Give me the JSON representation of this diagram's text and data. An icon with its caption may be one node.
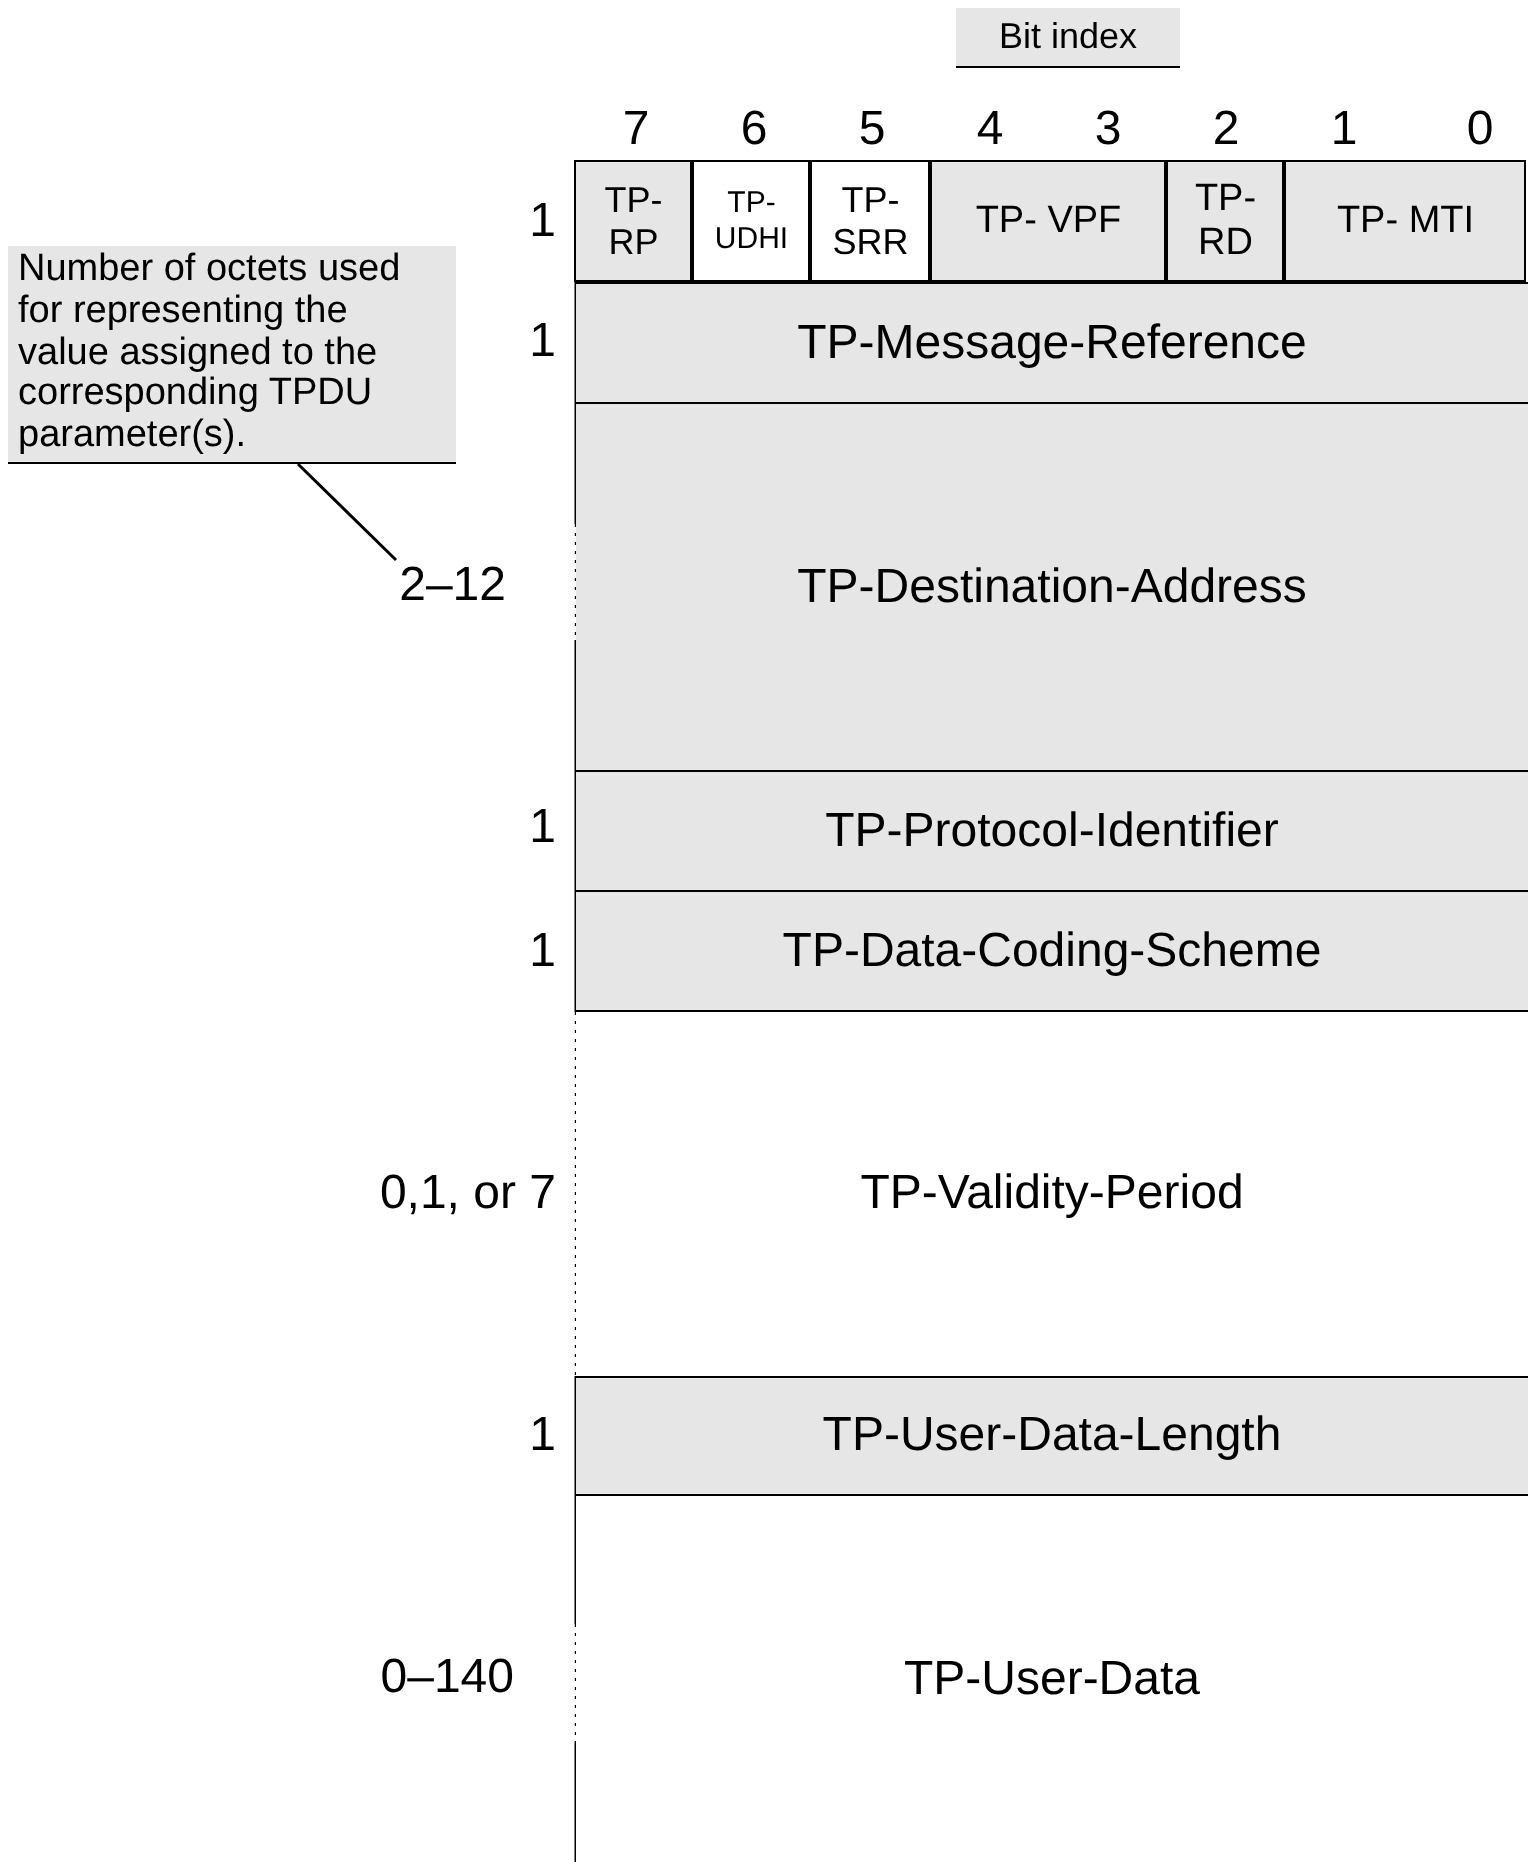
{
  "diagram": {
    "nodes": [
      {
        "text": [
          "Bit index"
        ]
      },
      {
        "text": [
          "TP- RP"
        ],
        "beside": [
          "1"
        ]
      },
      {
        "text": [
          "TP- UDHI"
        ]
      },
      {
        "text": [
          "TP- SRR"
        ]
      },
      {
        "text": [
          "TP- VPF"
        ]
      },
      {
        "text": [
          "TP- RD"
        ]
      },
      {
        "text": [
          "TP- MTI"
        ]
      },
      {
        "text": [
          "Number of octets used for representing the value assigned to the corresponding TPDU parameter(s)."
        ]
      },
      {
        "text": [
          "TP-Message-Reference"
        ],
        "beside": [
          "1"
        ]
      },
      {
        "text": [
          "2–12"
        ]
      },
      {
        "text": [
          "TP-Destination-Address"
        ]
      },
      {
        "text": [
          "TP-Protocol-Identifier"
        ],
        "beside": [
          "1"
        ]
      },
      {
        "text": [
          "TP-Data-Coding-Scheme"
        ],
        "beside": [
          "1"
        ]
      },
      {
        "text": [
          "TP-Validity-Period"
        ],
        "beside": [
          "0,1, or 7"
        ]
      },
      {
        "text": [
          "TP-User-Data-Length"
        ],
        "beside": [
          "1"
        ]
      },
      {
        "text": [
          "TP-User-Data"
        ],
        "beside": [
          "0–140"
        ]
      }
    ],
    "edges": [
      {
        "from": 7,
        "to": 9,
        "arrow": "none"
      }
    ],
    "labels": [
      "7",
      "6",
      "5",
      "4",
      "3",
      "2",
      "1",
      "0"
    ]
  }
}
